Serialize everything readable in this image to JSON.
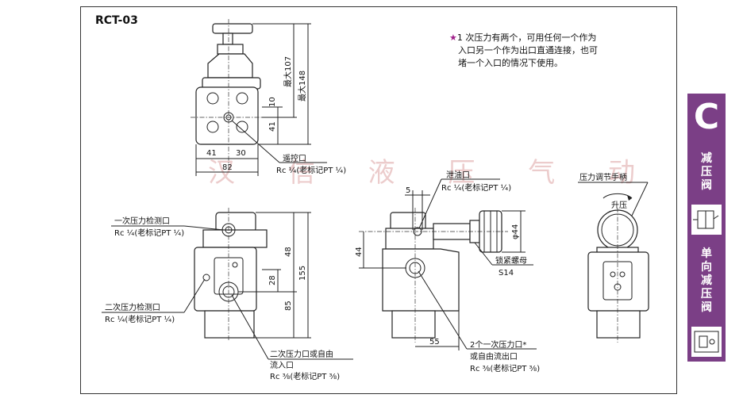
{
  "model": "RCT-03",
  "note": {
    "star": "★",
    "lines": [
      "1 次压力有两个，可用任何一个作为",
      "入口另一个作为出口直通连接，也可",
      "堵一个入口的情况下使用。"
    ]
  },
  "watermark": "汉 信 液 压 气 动",
  "top_view": {
    "dim_max107": "最大107",
    "dim_max148": "最大148",
    "dim_10": "10",
    "dim_41v": "41",
    "dim_41h": "41",
    "dim_30": "30",
    "dim_82": "82",
    "pilot_port_label": "遥控口",
    "pilot_port_spec": "Rc ¼(老标记PT ¼)"
  },
  "front_view": {
    "primary_gauge_label": "一次压力检测口",
    "primary_gauge_spec": "Rc ¼(老标记PT ¼)",
    "secondary_gauge_label": "二次压力检测口",
    "secondary_gauge_spec": "Rc ¼(老标记PT ¼)",
    "secondary_port_label1": "二次压力口或自由",
    "secondary_port_label2": "流入口",
    "secondary_port_spec": "Rc ⅜(老标记PT ⅜)",
    "dim_48": "48",
    "dim_28": "28",
    "dim_85": "85",
    "dim_155": "155"
  },
  "side_view": {
    "drain_label": "泄油口",
    "drain_spec": "Rc ¼(老标记PT ¼)",
    "dim_5": "5",
    "dim_44v": "44",
    "dim_phi44": "φ44",
    "lock_nut_label": "锁紧螺母",
    "lock_nut_spec": "S14",
    "dim_55": "55",
    "primary_port_label1": "2个一次压力口*",
    "primary_port_label2": "或自由流出口",
    "primary_port_spec": "Rc ⅜(老标记PT ⅜)"
  },
  "rear_view": {
    "handle_label": "压力调节手柄",
    "raise_label": "升压"
  },
  "sidebar": {
    "letter": "C",
    "cat1": [
      "减",
      "压",
      "阀"
    ],
    "cat2": [
      "单",
      "向",
      "减",
      "压",
      "阀"
    ]
  },
  "colors": {
    "accent": "#7b3f86",
    "star": "#a0208a"
  }
}
